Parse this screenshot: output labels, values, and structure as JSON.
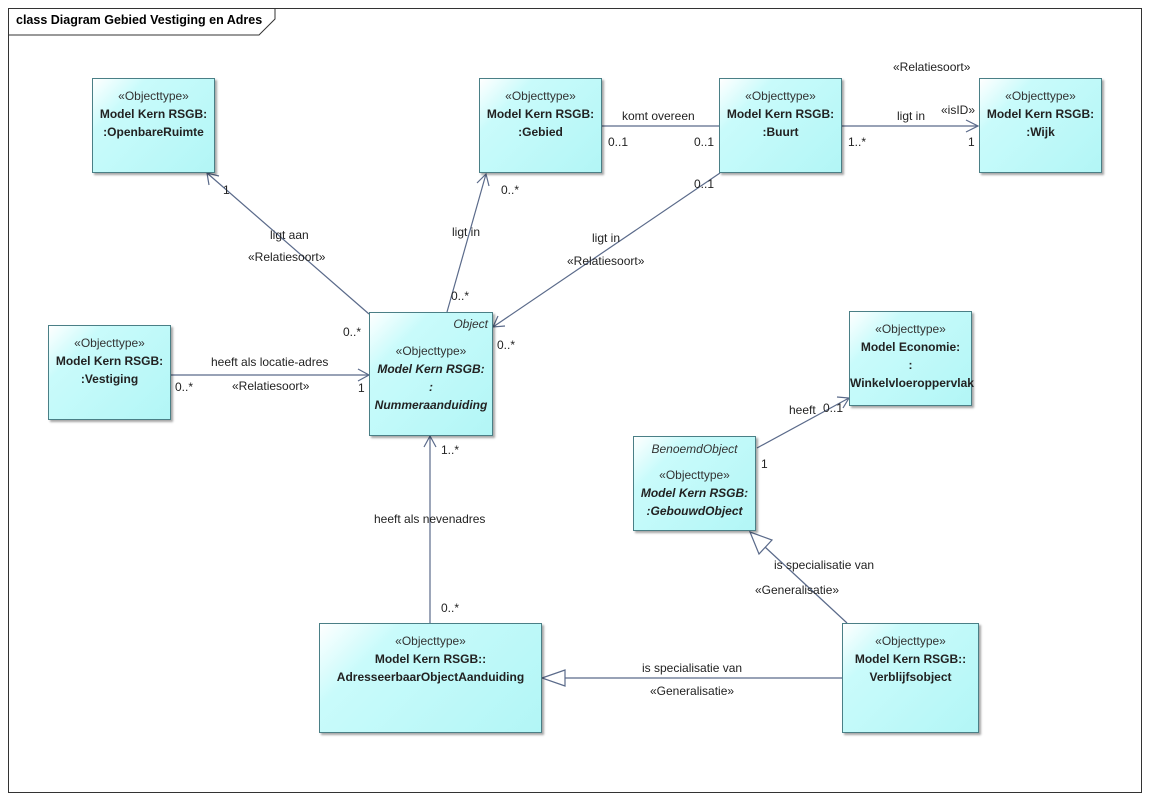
{
  "frame": {
    "title": "class Diagram Gebied Vestiging en Adres"
  },
  "classes": {
    "openbareruimte": {
      "stereotype": "«Objecttype»",
      "name1": "Model Kern RSGB:",
      "name2": ":OpenbareRuimte"
    },
    "gebied": {
      "stereotype": "«Objecttype»",
      "name1": "Model Kern RSGB:",
      "name2": ":Gebied"
    },
    "buurt": {
      "stereotype": "«Objecttype»",
      "name1": "Model Kern RSGB:",
      "name2": ":Buurt"
    },
    "wijk": {
      "stereotype": "«Objecttype»",
      "name1": "Model Kern RSGB:",
      "name2": ":Wijk"
    },
    "vestiging": {
      "stereotype": "«Objecttype»",
      "name1": "Model Kern RSGB:",
      "name2": ":Vestiging"
    },
    "nummeraanduiding": {
      "keyword": "Object",
      "stereotype": "«Objecttype»",
      "name1": "Model Kern RSGB:",
      "name2": ":",
      "name3": "Nummeraanduiding"
    },
    "winkelvloer": {
      "stereotype": "«Objecttype»",
      "name1": "Model Economie:",
      "name2": ":",
      "name3": "Winkelvloeroppervlak"
    },
    "gebouwdobject": {
      "keyword": "BenoemdObject",
      "stereotype": "«Objecttype»",
      "name1": "Model Kern RSGB:",
      "name2": ":GebouwdObject"
    },
    "adresseerbaar": {
      "stereotype": "«Objecttype»",
      "name1": "Model Kern RSGB::",
      "name2": "AdresseerbaarObjectAanduiding"
    },
    "verblijfsobject": {
      "stereotype": "«Objecttype»",
      "name1": "Model Kern RSGB::",
      "name2": "Verblijfsobject"
    }
  },
  "edge_labels": {
    "komt_overeen": "komt overeen",
    "gebied_mult": "0..1",
    "buurt_mult_left": "0..1",
    "relatiesoort_top": "«Relatiesoort»",
    "isid": "«isID»",
    "ligt_in_wijk": "ligt in",
    "buurt_mult_right": "1..*",
    "wijk_mult": "1",
    "openbare_mult": "1",
    "ligt_aan": "ligt aan",
    "relatiesoort_ligt_aan": "«Relatiesoort»",
    "num_mult_ligt_aan": "0..*",
    "gebied_ligt_in_mult": "0..*",
    "ligt_in_gebied": "ligt in",
    "num_mult_gebied": "0..*",
    "buurt_ligt_in_mult": "0..1",
    "ligt_in_buurt": "ligt in",
    "relatiesoort_buurt": "«Relatiesoort»",
    "num_mult_buurt": "0..*",
    "heeft_locatie": "heeft als locatie-adres",
    "relatiesoort_vestiging": "«Relatiesoort»",
    "vestiging_mult": "0..*",
    "num_mult_vestiging": "1",
    "num_mult_neven": "1..*",
    "heeft_neven": "heeft als nevenadres",
    "adres_mult_neven": "0..*",
    "heeft": "heeft",
    "winkel_mult": "0..1",
    "gebouwd_mult": "1",
    "spec_van_1": "is specialisatie van",
    "generalisatie_1": "«Generalisatie»",
    "spec_van_2": "is specialisatie van",
    "generalisatie_2": "«Generalisatie»"
  },
  "colors": {
    "box_fill": "#b2f6f6",
    "box_border": "#4a7f86",
    "line": "#5a6a8a"
  }
}
